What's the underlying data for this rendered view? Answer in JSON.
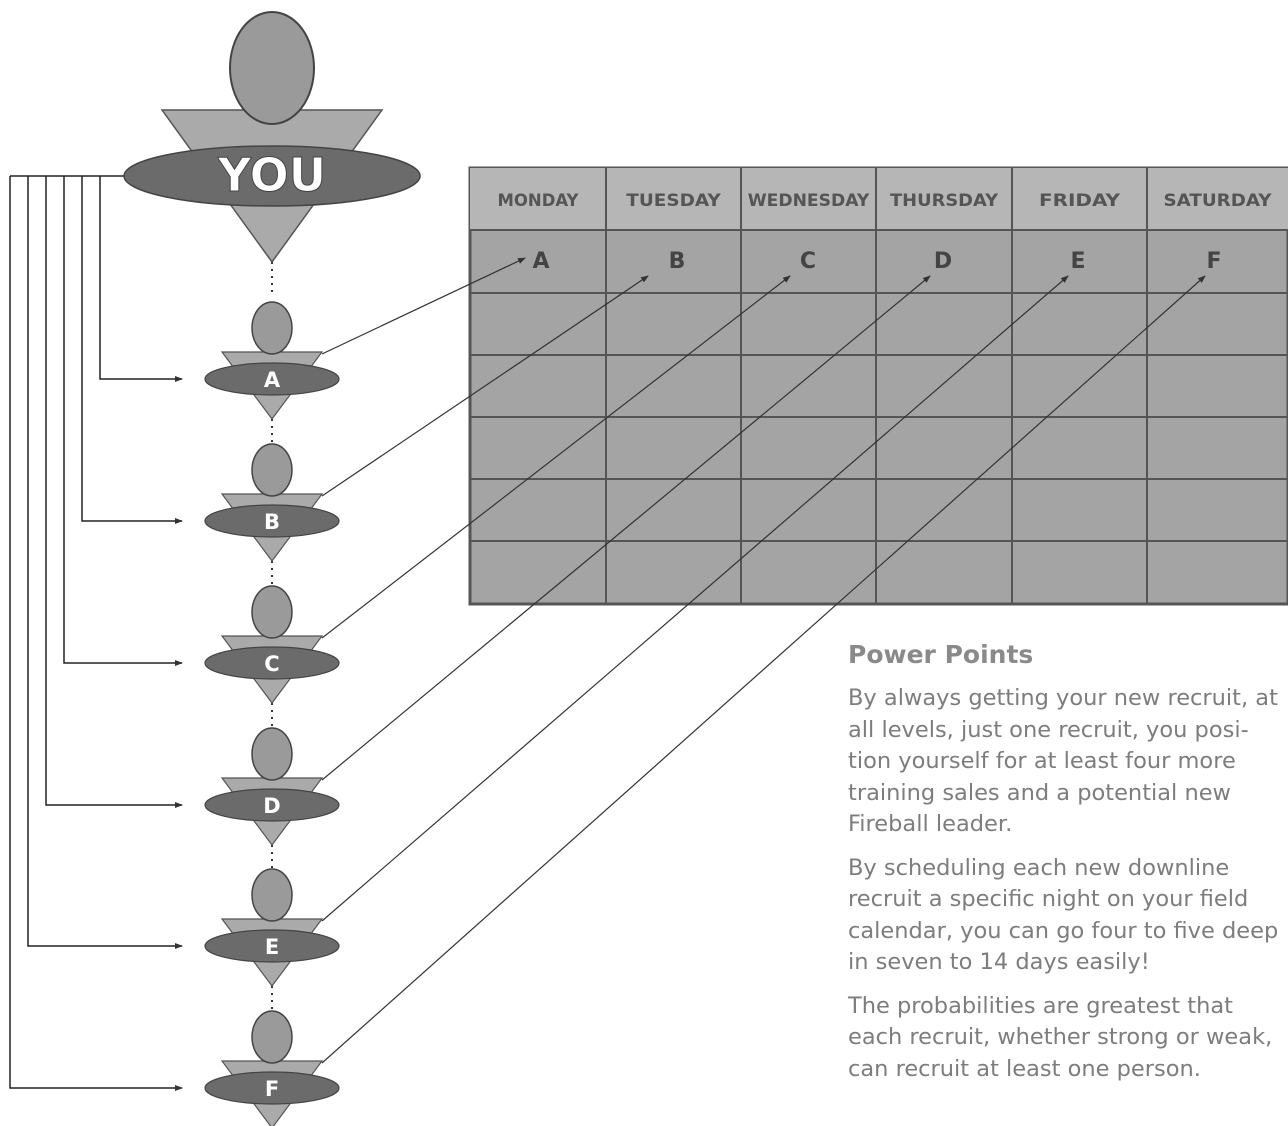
{
  "chart": {
    "top_node": {
      "label": "YOU"
    },
    "recruits": [
      {
        "label": "A"
      },
      {
        "label": "B"
      },
      {
        "label": "C"
      },
      {
        "label": "D"
      },
      {
        "label": "E"
      },
      {
        "label": "F"
      }
    ],
    "calendar": {
      "days": [
        "MONDAY",
        "TUESDAY",
        "WEDNESDAY",
        "THURSDAY",
        "FRIDAY",
        "SATURDAY"
      ],
      "first_row": [
        "A",
        "B",
        "C",
        "D",
        "E",
        "F"
      ],
      "empty_rows": 5
    }
  },
  "power_points": {
    "title": "Power Points",
    "paragraphs": [
      "By always getting your new recruit, at\nall levels, just one recruit, you posi-\ntion yourself for at least four more\ntraining sales and a potential new\nFireball leader.",
      "By scheduling each new downline\nrecruit a specific night on your field\ncalendar, you can go four to five deep\nin seven to 14 days easily!",
      "The probabilities are greatest that\neach recruit, whether strong or weak,\ncan recruit at least one person."
    ]
  },
  "colors": {
    "head": "#9a9a9a",
    "triangle": "#aaaaaa",
    "ellipse": "#6b6b6b",
    "grid_fill": "#a4a4a4",
    "grid_header": "#b6b6b6",
    "grid_line": "#555555",
    "title_text": "#8a8a8a",
    "body_text": "#7d7d7d"
  }
}
